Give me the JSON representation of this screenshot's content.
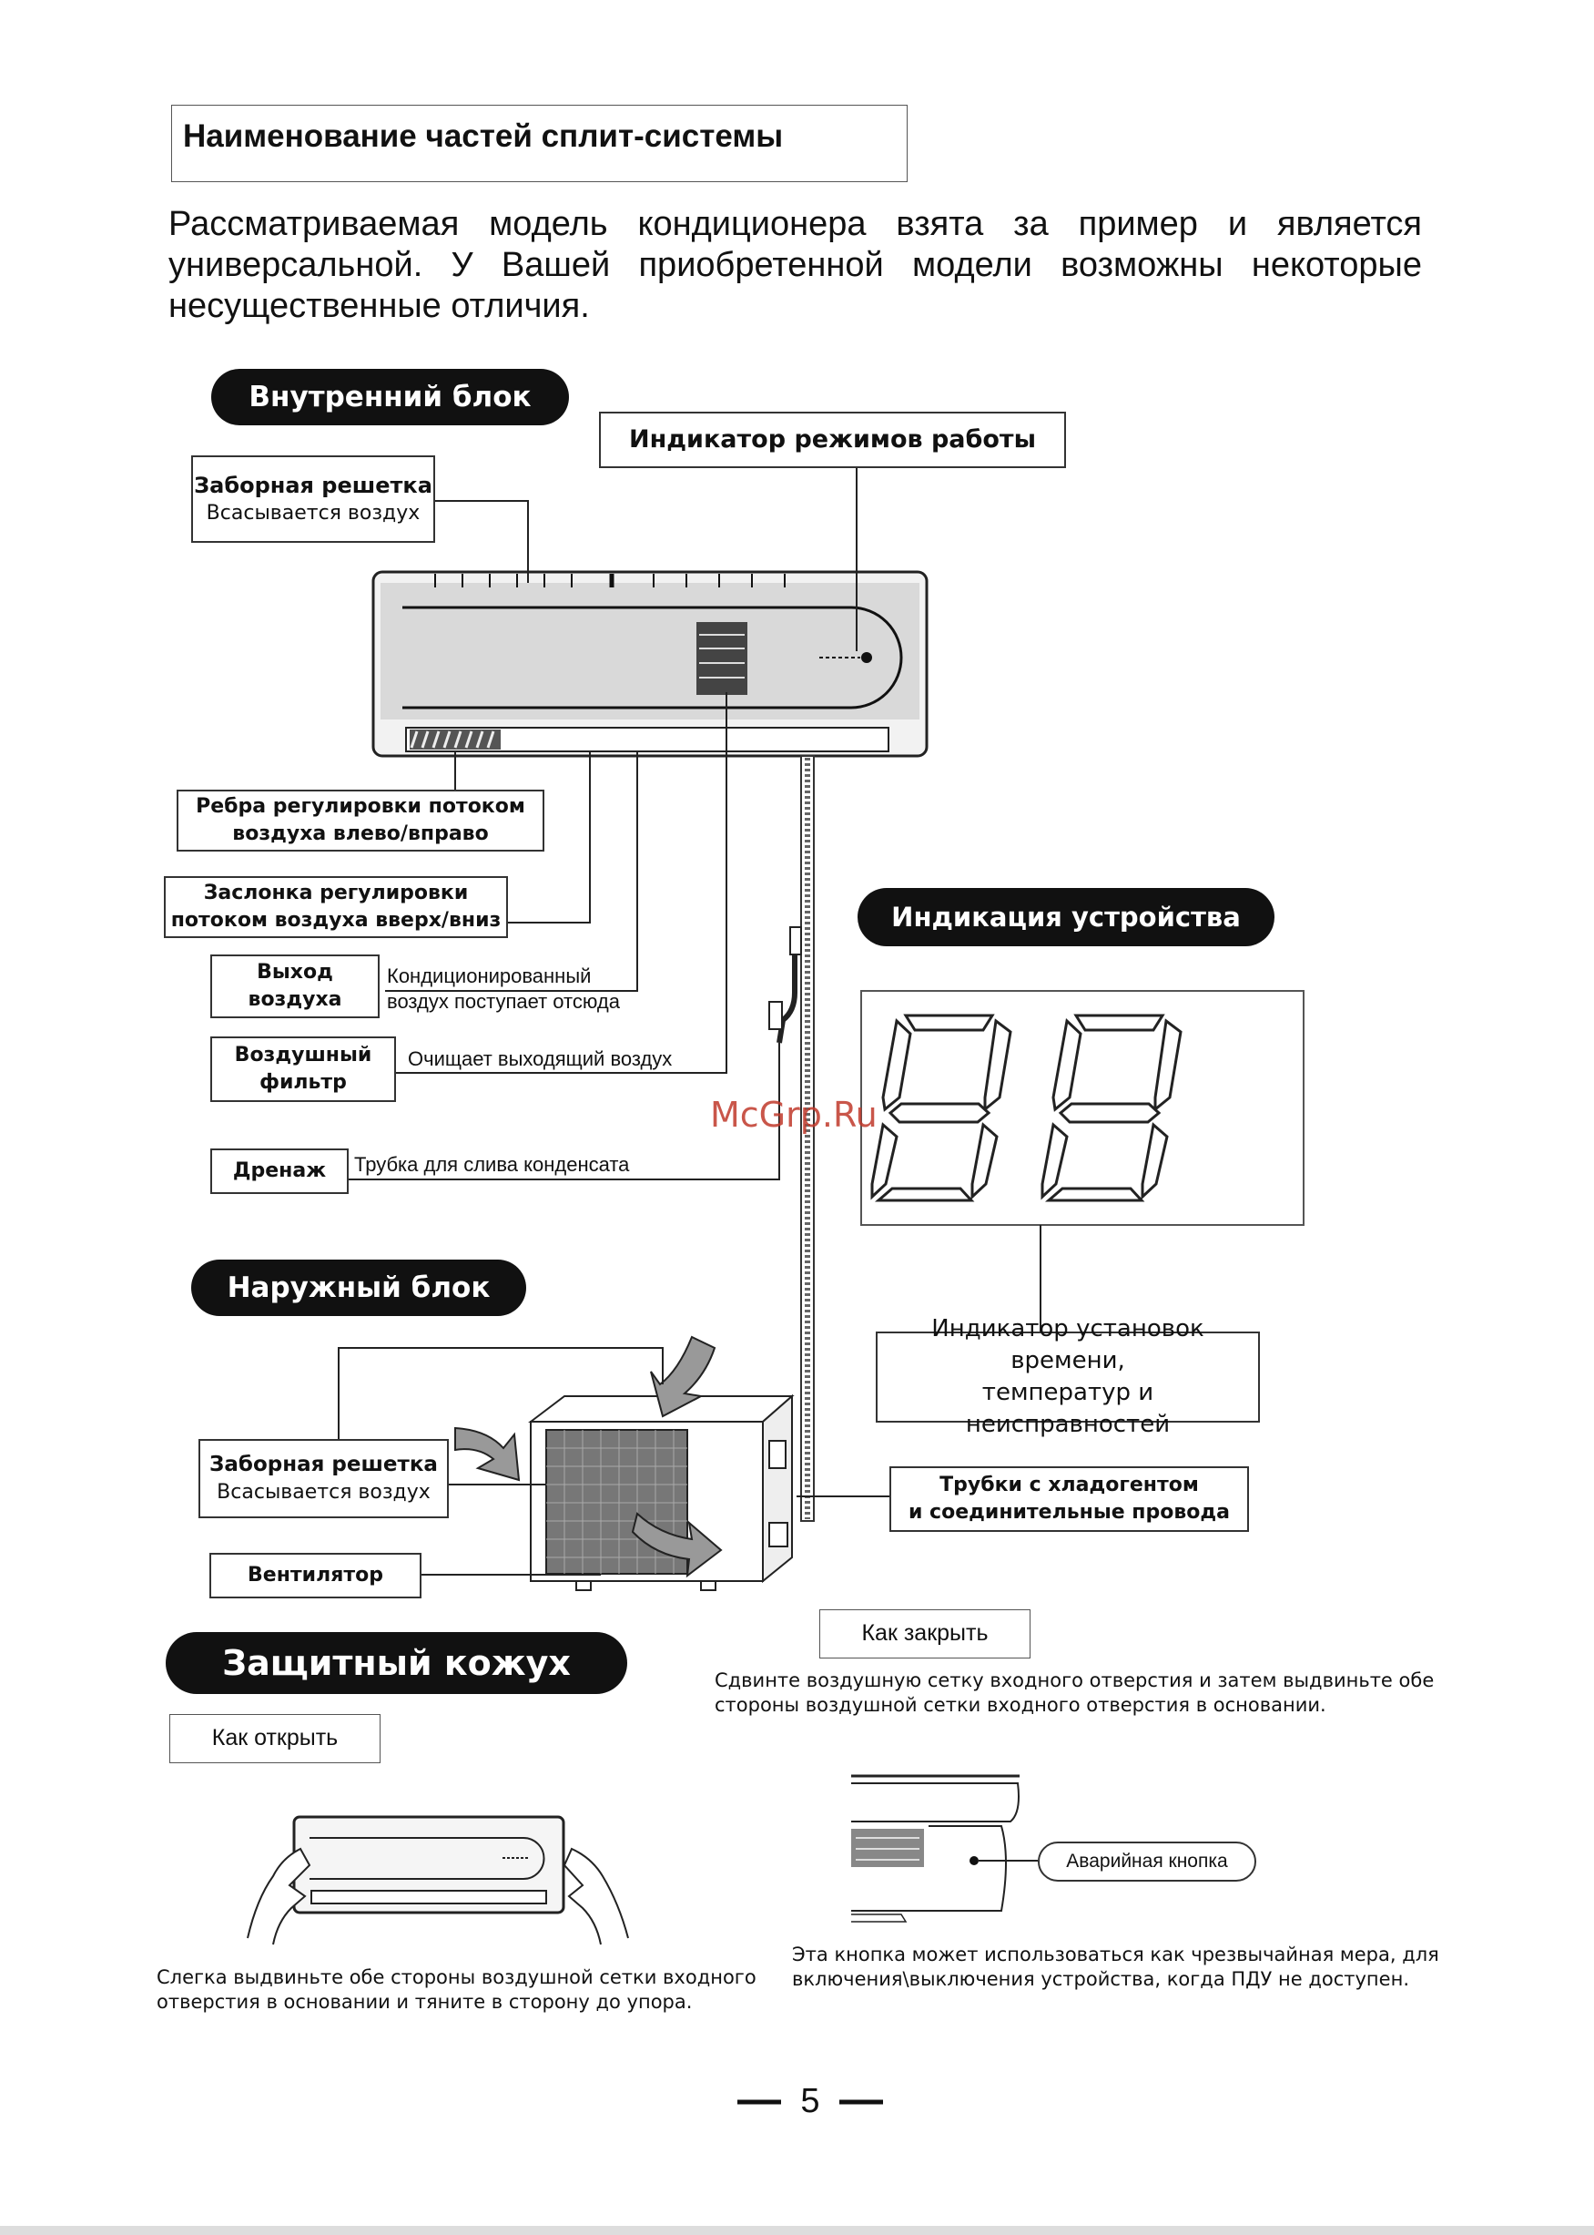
{
  "heading": "Наименование частей сплит-системы",
  "intro": "Рассматриваемая модель кондиционера взята за пример и является универсальной. У Вашей приобретенной модели возможны некоторые несущественные отличия.",
  "indoor": {
    "section_title": "Внутренний блок",
    "mode_indicator": "Индикатор режимов работы",
    "intake_grille_title": "Заборная решетка",
    "intake_grille_desc": "Всасывается воздух",
    "louvers_line1": "Ребра регулировки потоком",
    "louvers_line2": "воздуха влево/вправо",
    "flap_line1": "Заслонка регулировки",
    "flap_line2": "потоком воздуха вверх/вниз",
    "outlet_line1": "Выход",
    "outlet_line2": "воздуха",
    "outlet_desc_line1": "Кондиционированный",
    "outlet_desc_line2": "воздух поступает отсюда",
    "filter_line1": "Воздушный",
    "filter_line2": "фильтр",
    "filter_desc": "Очищает выходящий воздух",
    "drain_title": "Дренаж",
    "drain_desc": "Трубка для слива конденсата"
  },
  "display": {
    "section_title": "Индикация устройства",
    "indicator_line1": "Индикатор установок времени,",
    "indicator_line2": "температур и неисправностей"
  },
  "watermark": "McGrp.Ru",
  "outdoor": {
    "section_title": "Наружный блок",
    "intake_grille_title": "Заборная решетка",
    "intake_grille_desc": "Всасывается воздух",
    "fan": "Вентилятор",
    "pipes_line1": "Трубки с хладогентом",
    "pipes_line2": "и соединительные провода"
  },
  "cover": {
    "section_title": "Защитный кожух",
    "open_label": "Как открыть",
    "open_desc_line1": "Слегка выдвиньте обе стороны воздушной сетки входного",
    "open_desc_line2": "отверстия в основании и тяните в сторону до упора.",
    "close_label": "Как закрыть",
    "close_desc_line1": "Сдвинте воздушную сетку входного отверстия и затем выдвиньте обе",
    "close_desc_line2": "стороны воздушной сетки входного отверстия в основании.",
    "emergency_button": "Аварийная кнопка",
    "emergency_desc_line1": "Эта кнопка может использоваться как чрезвычайная мера, для",
    "emergency_desc_line2": "включения\\выключения устройства, когда ПДУ не доступен."
  },
  "page_number": "5"
}
